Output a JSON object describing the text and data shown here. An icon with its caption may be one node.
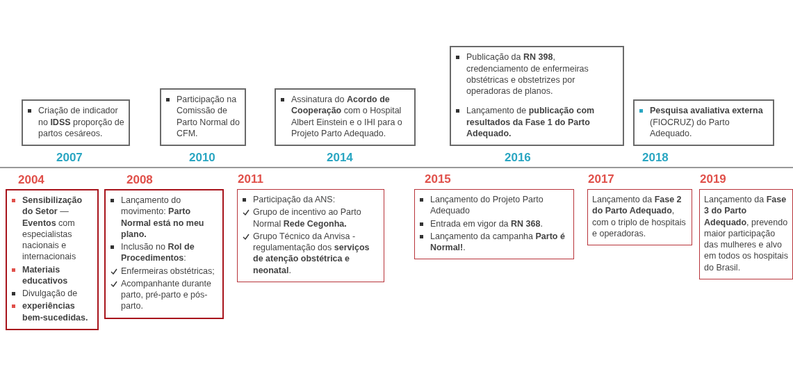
{
  "diagram": {
    "nodes": [
      {
        "text": [
          "**Sensibilização do Setor** — **Eventos** com especialistas nacionais e internacionais",
          "**Materiais educativos**",
          "Divulgação de",
          "**experiências bem-sucedidas.**"
        ],
        "beside": [
          "2004"
        ]
      },
      {
        "text": [
          "Criação de indicador no **IDSS** proporção de partos cesáreos."
        ],
        "beside": [
          "2007"
        ]
      },
      {
        "text": [
          "Lançamento do movimento: **Parto Normal está no meu plano.**",
          "Inclusão no **Rol de Procedimentos**:",
          "Enfermeiras obstétricas;",
          "Acompanhante durante parto, pré-parto e pós-parto."
        ],
        "beside": [
          "2008"
        ]
      },
      {
        "text": [
          "Participação na Comissão de Parto Normal do CFM."
        ],
        "beside": [
          "2010"
        ]
      },
      {
        "text": [
          "Participação da ANS:",
          "Grupo de incentivo ao Parto Normal **Rede Cegonha.**",
          "Grupo Técnico da Anvisa - regulamentação dos **serviços de atenção obstétrica e neonatal**."
        ],
        "beside": [
          "2011"
        ]
      },
      {
        "text": [
          "Assinatura do **Acordo de Cooperação** com o Hospital Albert Einstein e o IHI para o Projeto Parto Adequado."
        ],
        "beside": [
          "2014"
        ]
      },
      {
        "text": [
          "Lançamento do Projeto Parto Adequado",
          "Entrada em vigor da **RN 368**.",
          "Lançamento da campanha **Parto é Normal!**."
        ],
        "beside": [
          "2015"
        ]
      },
      {
        "text": [
          "Publicação da **RN 398**, credenciamento de enfermeiras obstétricas e obstetrizes por operadoras de planos.",
          "Lançamento de **publicação com resultados da Fase 1 do Parto Adequado.**"
        ],
        "beside": [
          "2016"
        ]
      },
      {
        "text": [
          "Lançamento da **Fase 2 do Parto Adequado**, com o triplo de hospitais e operadoras."
        ],
        "beside": [
          "2017"
        ]
      },
      {
        "text": [
          "**Pesquisa avaliativa externa** (FIOCRUZ) do Parto Adequado."
        ],
        "beside": [
          "2018"
        ]
      },
      {
        "text": [
          "Lançamento da **Fase 3 do Parto Adequado**, prevendo maior participação das mulheres e alvo em todos os hospitais do Brasil."
        ],
        "beside": [
          "2019"
        ]
      }
    ]
  }
}
